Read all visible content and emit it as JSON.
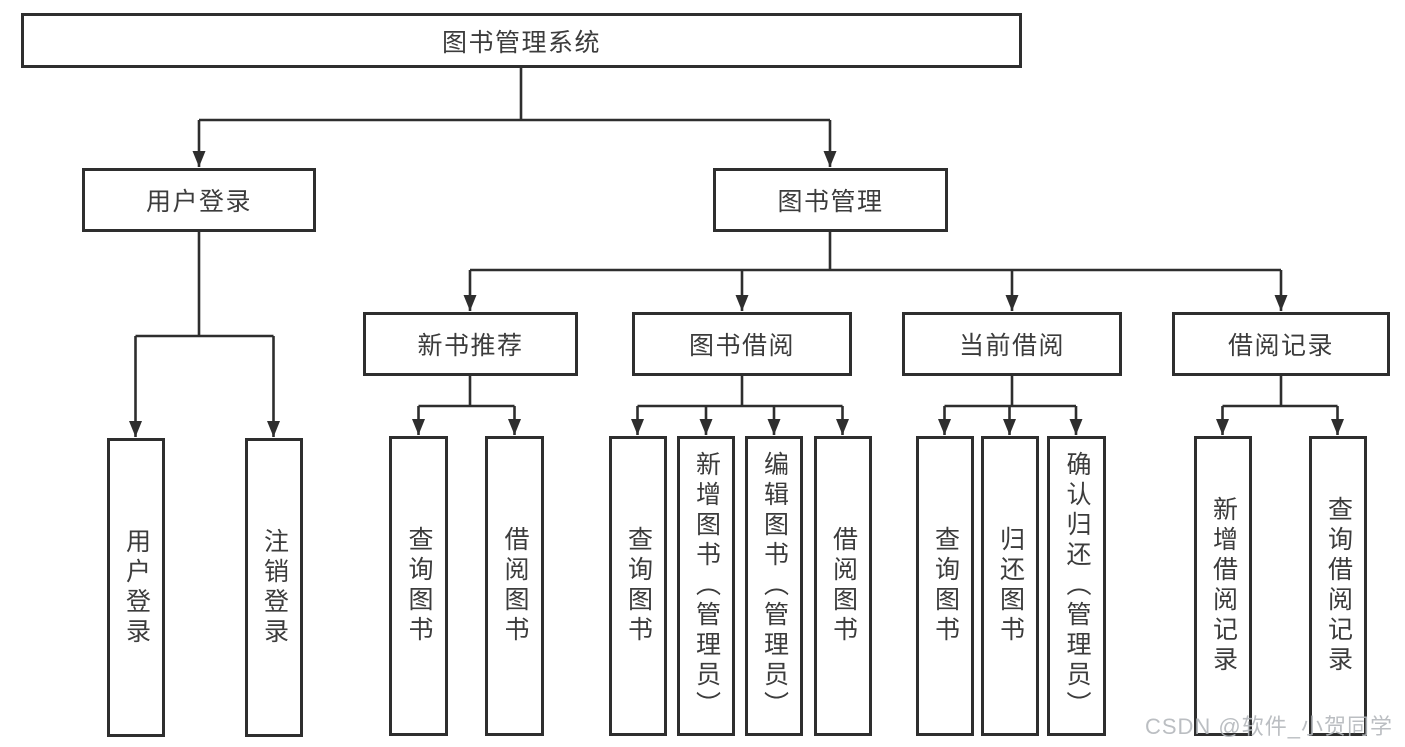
{
  "colors": {
    "line": "#2e2e2e",
    "box-border": "#2e2e2e",
    "text": "#3c3c3c",
    "watermark": "#b4b8bc",
    "background": "#ffffff"
  },
  "root": {
    "label": "图书管理系统"
  },
  "level2": {
    "user_login_group": {
      "label": "用户登录"
    },
    "book_management": {
      "label": "图书管理"
    }
  },
  "level3": {
    "new_book_recommend": {
      "label": "新书推荐"
    },
    "book_borrowing": {
      "label": "图书借阅"
    },
    "current_borrowing": {
      "label": "当前借阅"
    },
    "borrowing_records": {
      "label": "借阅记录"
    }
  },
  "leaves": {
    "user_login": {
      "label": "用户登录"
    },
    "logout": {
      "label": "注销登录"
    },
    "query_books_recommend": {
      "label": "查询图书"
    },
    "borrow_books_recommend": {
      "label": "借阅图书"
    },
    "query_books_borrowing": {
      "label": "查询图书"
    },
    "add_books_admin": {
      "label": "新增图书（管理员）"
    },
    "edit_books_admin": {
      "label": "编辑图书（管理员）"
    },
    "borrow_books_borrowing": {
      "label": "借阅图书"
    },
    "query_books_current": {
      "label": "查询图书"
    },
    "return_books": {
      "label": "归还图书"
    },
    "confirm_return_admin": {
      "label": "确认归还（管理员）"
    },
    "add_borrow_record": {
      "label": "新增借阅记录"
    },
    "query_borrow_record": {
      "label": "查询借阅记录"
    }
  },
  "watermark": {
    "text": "CSDN @软件_小贺同学"
  }
}
